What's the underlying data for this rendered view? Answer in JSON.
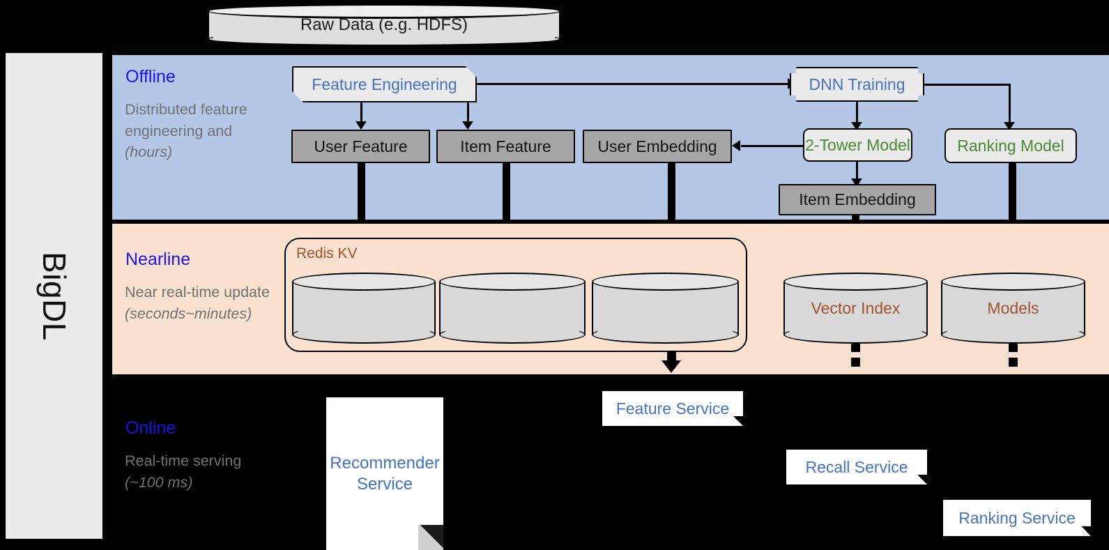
{
  "framework": {
    "name": "BigDL"
  },
  "source": {
    "label": "Raw Data (e.g. HDFS)"
  },
  "layers": [
    {
      "key": "offline",
      "title": "Offline",
      "description": "Distributed feature engineering and ",
      "description_em": "(hours)"
    },
    {
      "key": "nearline",
      "title": "Nearline",
      "description": "Near real-time update ",
      "description_em": "(seconds~minutes)"
    },
    {
      "key": "online",
      "title": "Online",
      "description": "Real-time serving ",
      "description_em": "(~100 ms)"
    }
  ],
  "offline_nodes": {
    "feature_engineering": "Feature Engineering",
    "dnn_training": "DNN Training",
    "user_feature": "User Feature",
    "item_feature": "Item Feature",
    "user_embedding": "User Embedding",
    "two_tower_model": "2-Tower Model",
    "ranking_model": "Ranking Model",
    "item_embedding": "Item Embedding"
  },
  "nearline_nodes": {
    "redis_kv": "Redis KV",
    "store_user_feature": "",
    "store_item_feature": "",
    "store_user_embedding": "",
    "vector_index": "Vector Index",
    "models": "Models"
  },
  "online_nodes": {
    "recommender_service": "Recommender Service",
    "feature_service": "Feature Service",
    "recall_service": "Recall Service",
    "ranking_service": "Ranking Service"
  },
  "colors": {
    "offline_band": "#b4c7e7",
    "nearline_band": "#fae1d0",
    "online_band": "#000000",
    "layer_title": "#1a14e8",
    "layer_desc": "#707070",
    "node_blue_text": "#4472c4",
    "node_green_text": "#4a8a33",
    "store_text": "#a0522d",
    "rail_bg": "#ececec",
    "grey_node": "#a6a6a6",
    "light_node": "#ebebeb"
  }
}
